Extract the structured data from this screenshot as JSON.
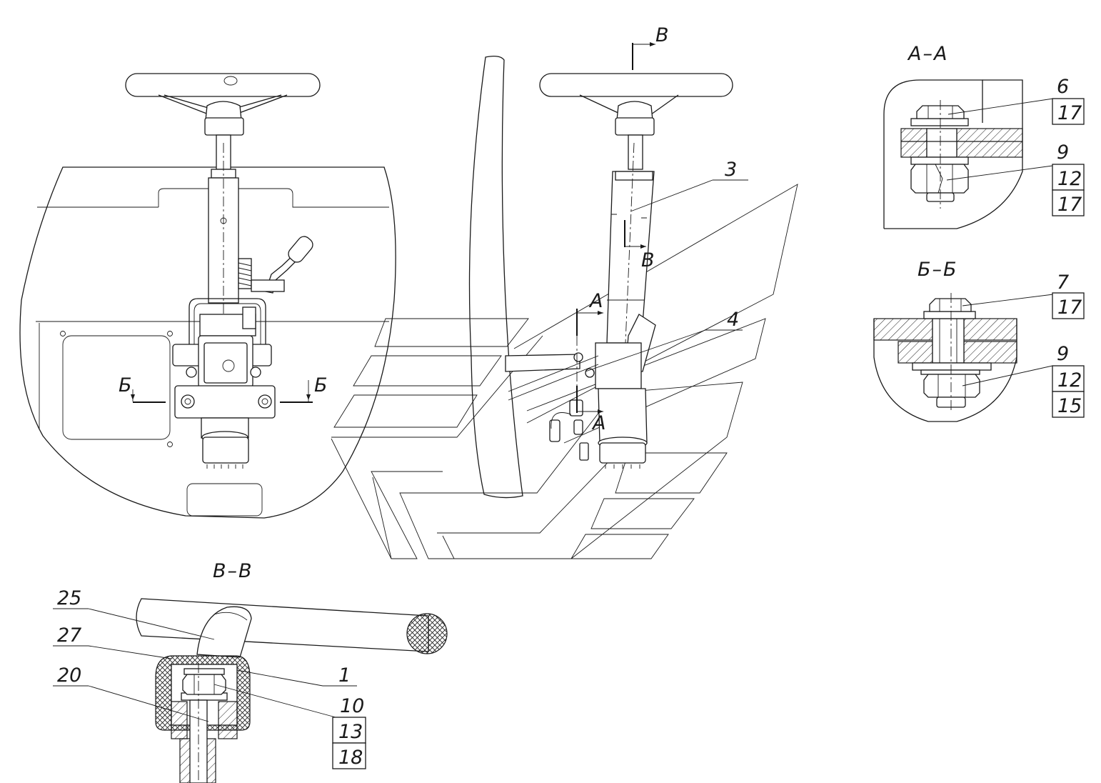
{
  "section_titles": {
    "aa": "А–А",
    "bb": "Б–Б",
    "vv": "В–В"
  },
  "cut_marks": {
    "a": "А",
    "b": "Б",
    "v": "В"
  },
  "callouts": {
    "c1": "1",
    "c3": "3",
    "c4": "4",
    "c6": "6",
    "c7": "7",
    "c9": "9",
    "c10": "10",
    "c20": "20",
    "c25": "25",
    "c27": "27"
  },
  "codes": {
    "aa_6": "17",
    "aa_9a": "12",
    "aa_9b": "17",
    "bb_7": "17",
    "bb_9a": "12",
    "bb_9b": "15",
    "vv_10a": "13",
    "vv_10b": "18"
  }
}
